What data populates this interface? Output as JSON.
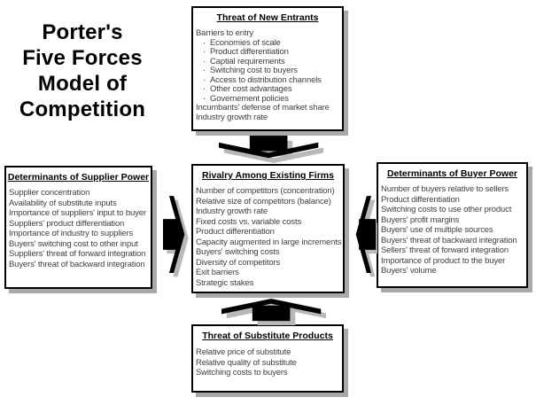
{
  "title": {
    "text": "Porter's\nFive Forces\nModel of\nCompetition"
  },
  "bullet_char": "·",
  "colors": {
    "background": "#ffffff",
    "box_border": "#000000",
    "box_shadow": "#a9a9a9",
    "arrow_fill": "#000000",
    "arrow_shadow": "#b8b8b8",
    "title_text": "#000000",
    "body_text": "#404040"
  },
  "boxes": {
    "new_entrants": {
      "title": "Threat of New Entrants",
      "items": [
        {
          "text": "Barriers to entry",
          "indent": false
        },
        {
          "text": "Economies of scale",
          "indent": true
        },
        {
          "text": "Product differentiation",
          "indent": true
        },
        {
          "text": "Captial requirements",
          "indent": true
        },
        {
          "text": "Switching cost to buyers",
          "indent": true
        },
        {
          "text": "Access to distribution channels",
          "indent": true
        },
        {
          "text": "Other cost advantages",
          "indent": true
        },
        {
          "text": "Governement policies",
          "indent": true
        },
        {
          "text": "Incumbants' defense of market share",
          "indent": false
        },
        {
          "text": "Industry growth rate",
          "indent": false
        }
      ]
    },
    "supplier_power": {
      "title": "Determinants of Supplier Power",
      "items": [
        {
          "text": "Supplier concentration",
          "indent": false
        },
        {
          "text": "Availability of substitute inputs",
          "indent": false
        },
        {
          "text": "Importance of suppliers' input to buyer",
          "indent": false
        },
        {
          "text": "Suppliers' product differentiation",
          "indent": false
        },
        {
          "text": "Importance of industry to suppliers",
          "indent": false
        },
        {
          "text": "Buyers' switching cost to other input",
          "indent": false
        },
        {
          "text": "Suppliers' threat of forward integration",
          "indent": false
        },
        {
          "text": "Buyers' threat of backward integration",
          "indent": false
        }
      ]
    },
    "rivalry": {
      "title": "Rivalry Among Existing Firms",
      "items": [
        {
          "text": "Number of competitors (concentration)",
          "indent": false
        },
        {
          "text": "Relative size of competitors (balance)",
          "indent": false
        },
        {
          "text": "Industry growth rate",
          "indent": false
        },
        {
          "text": "Fixed costs vs. variable costs",
          "indent": false
        },
        {
          "text": "Product differentiation",
          "indent": false
        },
        {
          "text": "Capacity augmented in large increments",
          "indent": false
        },
        {
          "text": "Buyers' switching costs",
          "indent": false
        },
        {
          "text": "Diversity of competitors",
          "indent": false
        },
        {
          "text": "Exit barriers",
          "indent": false
        },
        {
          "text": "Strategic stakes",
          "indent": false
        }
      ]
    },
    "buyer_power": {
      "title": "Determinants of Buyer Power",
      "items": [
        {
          "text": "Number of buyers relative to sellers",
          "indent": false
        },
        {
          "text": "Product differentiation",
          "indent": false
        },
        {
          "text": "Switching costs to use other product",
          "indent": false
        },
        {
          "text": "Buyers' profit margins",
          "indent": false
        },
        {
          "text": "Buyers' use of multiple sources",
          "indent": false
        },
        {
          "text": "Buyers' threat of backward integration",
          "indent": false
        },
        {
          "text": "Sellers' threat of forward integration",
          "indent": false
        },
        {
          "text": "Importance of product to the buyer",
          "indent": false
        },
        {
          "text": "Buyers' volume",
          "indent": false
        }
      ]
    },
    "substitutes": {
      "title": "Threat of Substitute Products",
      "items": [
        {
          "text": "Relative price of substitute",
          "indent": false
        },
        {
          "text": "Relative quality of substitute",
          "indent": false
        },
        {
          "text": "Switching costs to buyers",
          "indent": false
        }
      ]
    }
  },
  "arrows": {
    "new_entrants_to_rivalry": {
      "direction": "down"
    },
    "supplier_to_rivalry": {
      "direction": "right"
    },
    "buyer_to_rivalry": {
      "direction": "left"
    },
    "substitutes_to_rivalry": {
      "direction": "up"
    }
  }
}
